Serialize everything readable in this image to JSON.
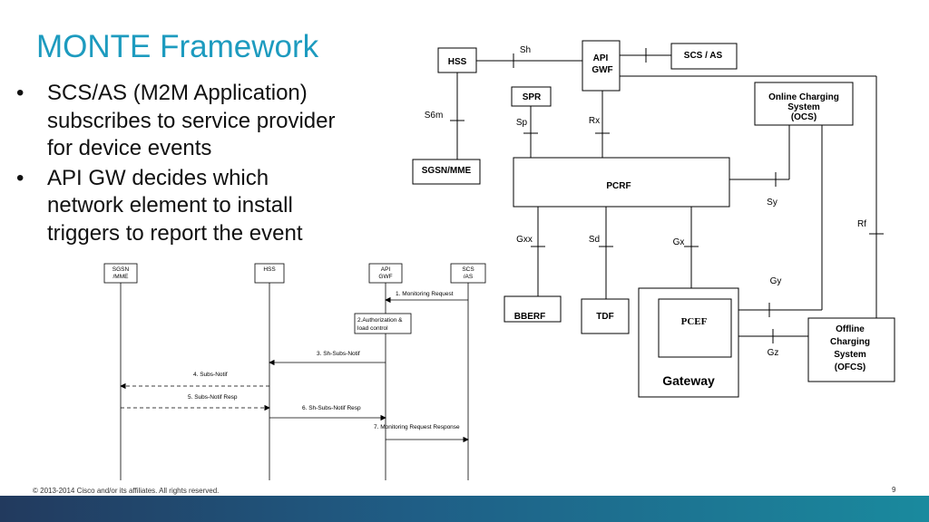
{
  "title": "MONTE Framework",
  "bullets": [
    "SCS/AS (M2M Application) subscribes to service provider for device events",
    "API GW decides which network element to install triggers to report the event"
  ],
  "arch": {
    "nodes": {
      "hss": "HSS",
      "api_gwf_1": "API",
      "api_gwf_2": "GWF",
      "scs_as": "SCS / AS",
      "spr": "SPR",
      "ocs_1": "Online Charging",
      "ocs_2": "System",
      "ocs_3": "(OCS)",
      "sgsn_mme": "SGSN/MME",
      "pcrf": "PCRF",
      "bberf": "BBERF",
      "tdf": "TDF",
      "pcef": "PCEF",
      "gateway": "Gateway",
      "ofcs_1": "Offline",
      "ofcs_2": "Charging",
      "ofcs_3": "System",
      "ofcs_4": "(OFCS)"
    },
    "interfaces": {
      "sh": "Sh",
      "s6m": "S6m",
      "sp": "Sp",
      "rx": "Rx",
      "sy": "Sy",
      "rf": "Rf",
      "gxx": "Gxx",
      "sd": "Sd",
      "gx": "Gx",
      "gy": "Gy",
      "gz": "Gz"
    }
  },
  "sequence": {
    "lanes": {
      "sgsn_1": "SGSN",
      "sgsn_2": "/MME",
      "hss": "HSS",
      "api_1": "API",
      "api_2": "GWF",
      "scs_1": "SCS",
      "scs_2": "/AS"
    },
    "steps": {
      "s1": "1. Monitoring Request",
      "s2a": "2.Authorization &",
      "s2b": "load control",
      "s3": "3. Sh-Subs-Notif",
      "s4": "4. Subs-Notif",
      "s5": "5. Subs-Notif Resp",
      "s6": "6. Sh-Subs-Notif Resp",
      "s7": "7. Monitoring Request Response"
    }
  },
  "footer": {
    "copyright": "© 2013-2014  Cisco and/or its affiliates. All rights reserved.",
    "page": "9"
  },
  "colors": {
    "title": "#1d9bbf",
    "footer_start": "#223a5e",
    "footer_end": "#1a8a9e"
  }
}
